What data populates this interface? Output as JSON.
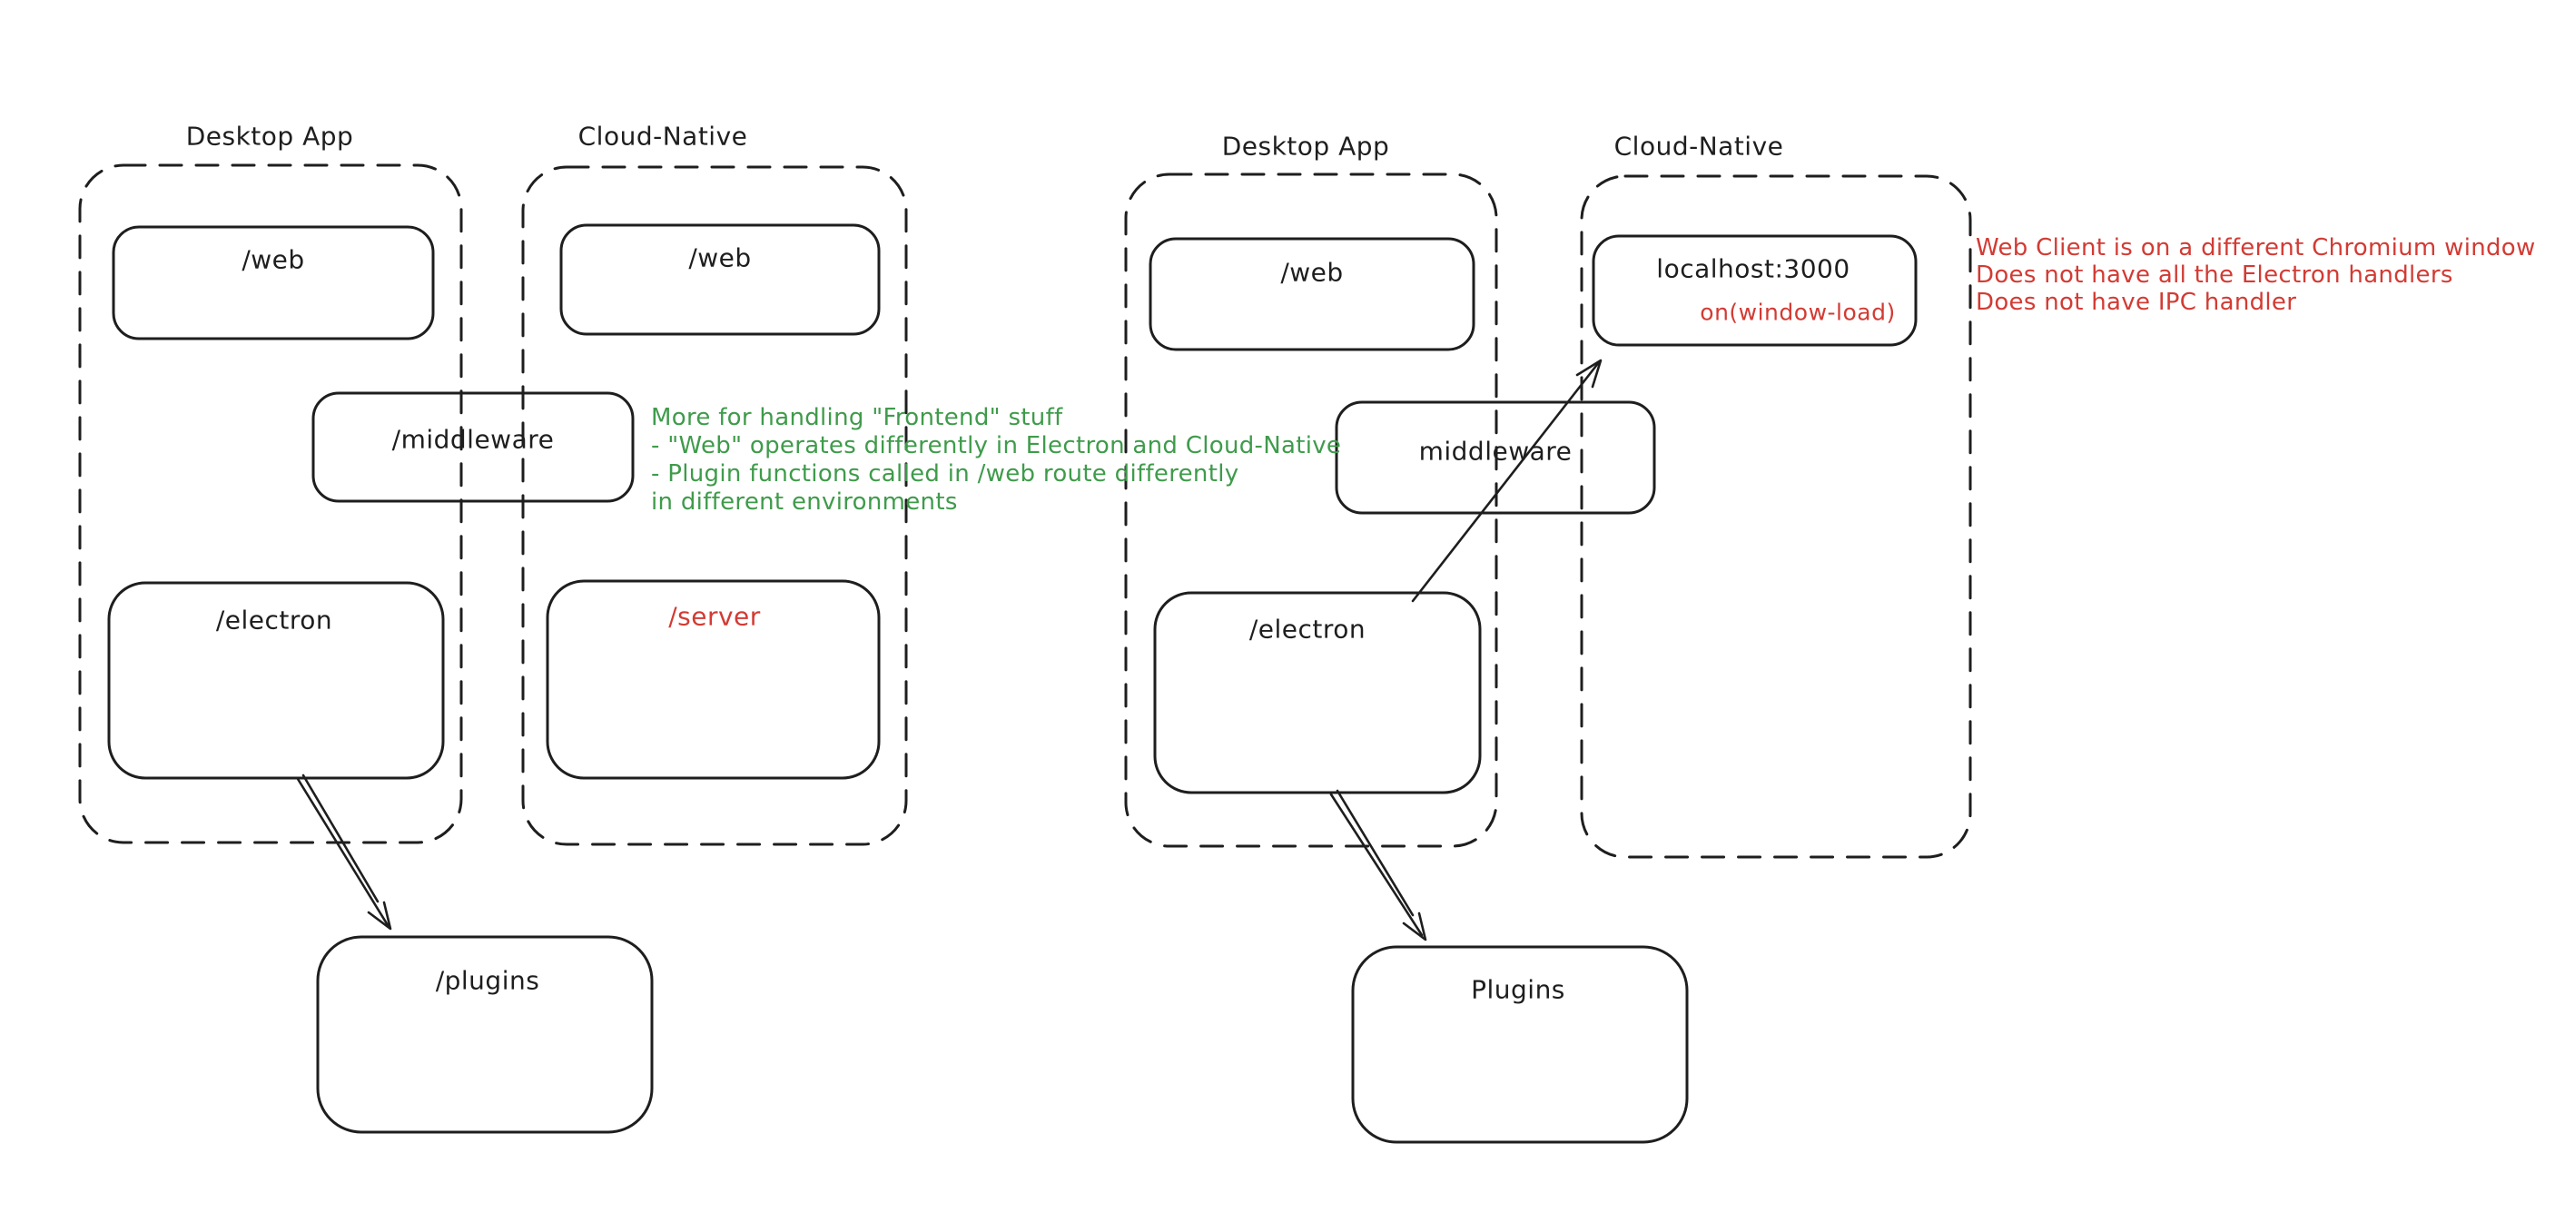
{
  "canvas": {
    "background": "#ffffff",
    "ink_color": "#1e1e1e",
    "green_color": "#3f9b4b",
    "red_color": "#d23b34"
  },
  "left_diagram": {
    "desktop_container": {
      "title": "Desktop App",
      "web_box": "/web",
      "electron_box": "/electron"
    },
    "cloud_container": {
      "title": "Cloud-Native",
      "web_box": "/web",
      "server_box": "/server"
    },
    "middleware_box": "/middleware",
    "plugins_box": "/plugins",
    "green_note": {
      "lines": [
        "More for handling \"Frontend\" stuff",
        "- \"Web\" operates differently in Electron and Cloud-Native",
        "- Plugin functions called in /web route differently",
        "in different environments"
      ]
    }
  },
  "right_diagram": {
    "desktop_container": {
      "title": "Desktop App",
      "web_box": "/web",
      "electron_box": "/electron"
    },
    "cloud_container": {
      "title": "Cloud-Native",
      "localhost_box": "localhost:3000",
      "on_window_load_label": "on(window-load)"
    },
    "middleware_box": "middleware",
    "plugins_box": "Plugins",
    "red_note": {
      "lines": [
        "Web Client is on a different Chromium window",
        "Does not have all the Electron handlers",
        "Does not have IPC handler"
      ]
    }
  }
}
